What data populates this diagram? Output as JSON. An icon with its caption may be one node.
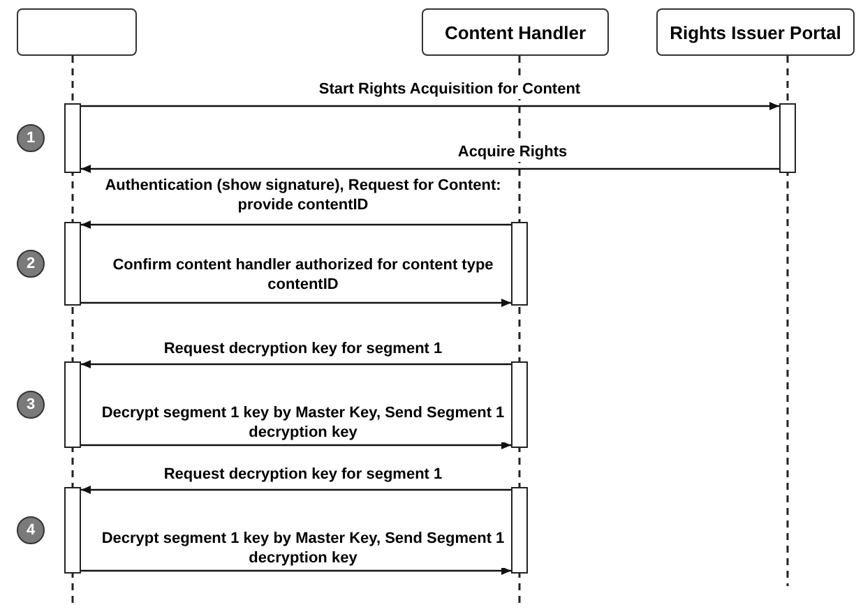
{
  "diagram": {
    "nodes": [
      {
        "text": [],
        "shape": "box"
      },
      {
        "text": [
          "Content Handler"
        ]
      },
      {
        "text": [
          "Rights Issuer Portal"
        ]
      },
      {
        "text": [],
        "shape": "bar"
      },
      {
        "text": [],
        "shape": "bar"
      },
      {
        "text": [
          "1"
        ]
      },
      {
        "text": [],
        "shape": "bar"
      },
      {
        "text": [],
        "shape": "bar"
      },
      {
        "text": [
          "2"
        ]
      },
      {
        "text": [],
        "shape": "bar"
      },
      {
        "text": [],
        "shape": "bar"
      },
      {
        "text": [
          "3"
        ]
      },
      {
        "text": [],
        "shape": "bar"
      },
      {
        "text": [],
        "shape": "bar"
      },
      {
        "text": [
          "4"
        ]
      }
    ],
    "edges": [
      {
        "from": 3,
        "to": 4,
        "arrow": "to",
        "label": "Start Rights Acquisition for Content"
      },
      {
        "from": 4,
        "to": 3,
        "arrow": "to",
        "label": "Acquire Rights"
      },
      {
        "from": 7,
        "to": 6,
        "arrow": "to",
        "label": "Authentication (show signature), Request for Content: provide contentID"
      },
      {
        "from": 6,
        "to": 7,
        "arrow": "to",
        "label": "Confirm content handler authorized for content type contentID"
      },
      {
        "from": 10,
        "to": 9,
        "arrow": "to",
        "label": "Request decryption key for segment 1"
      },
      {
        "from": 9,
        "to": 10,
        "arrow": "to",
        "label": "Decrypt segment 1 key by Master Key, Send Segment 1 decryption key"
      },
      {
        "from": 13,
        "to": 12,
        "arrow": "to",
        "label": "Request decryption key for segment 1"
      },
      {
        "from": 12,
        "to": 13,
        "arrow": "to",
        "label": "Decrypt segment 1 key by Master Key, Send Segment 1 decryption key"
      }
    ]
  }
}
